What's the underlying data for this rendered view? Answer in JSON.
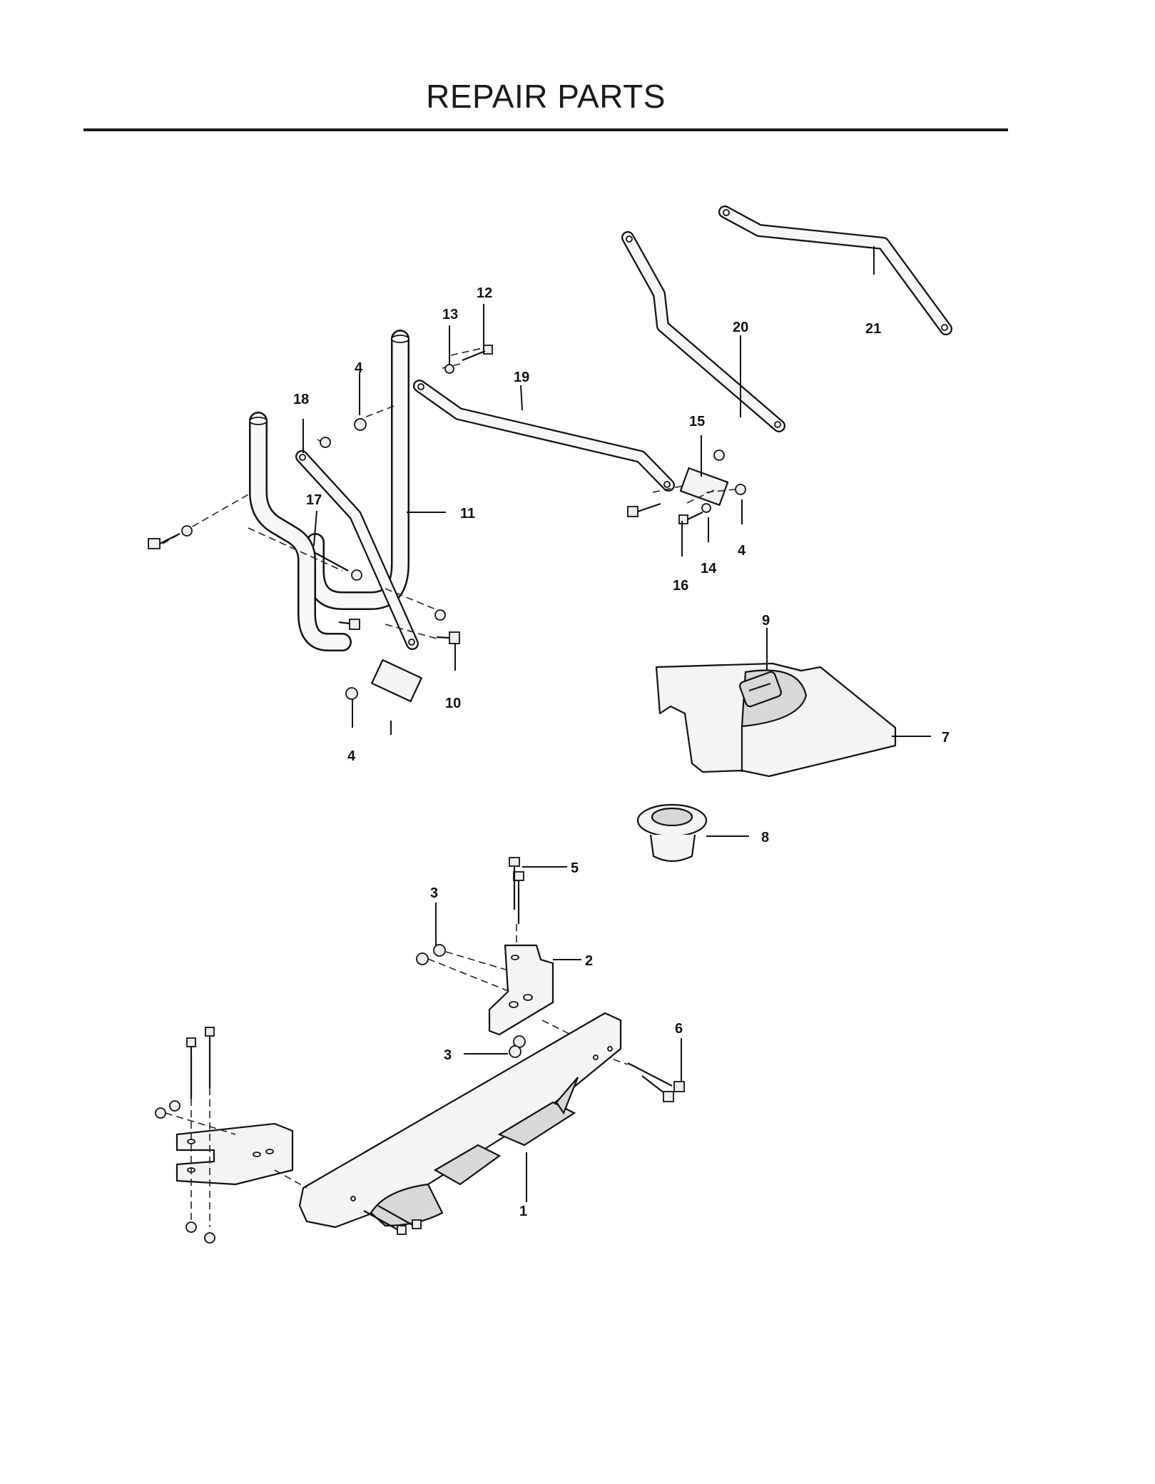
{
  "title": "REPAIR PARTS",
  "callouts": {
    "c1": "1",
    "c2": "2",
    "c3a": "3",
    "c3b": "3",
    "c4a": "4",
    "c4b": "4",
    "c4c": "4",
    "c5": "5",
    "c6": "6",
    "c7": "7",
    "c8": "8",
    "c9": "9",
    "c10": "10",
    "c11": "11",
    "c12": "12",
    "c13": "13",
    "c14": "14",
    "c15": "15",
    "c16": "16",
    "c17": "17",
    "c18": "18",
    "c19": "19",
    "c20": "20",
    "c21": "21"
  }
}
